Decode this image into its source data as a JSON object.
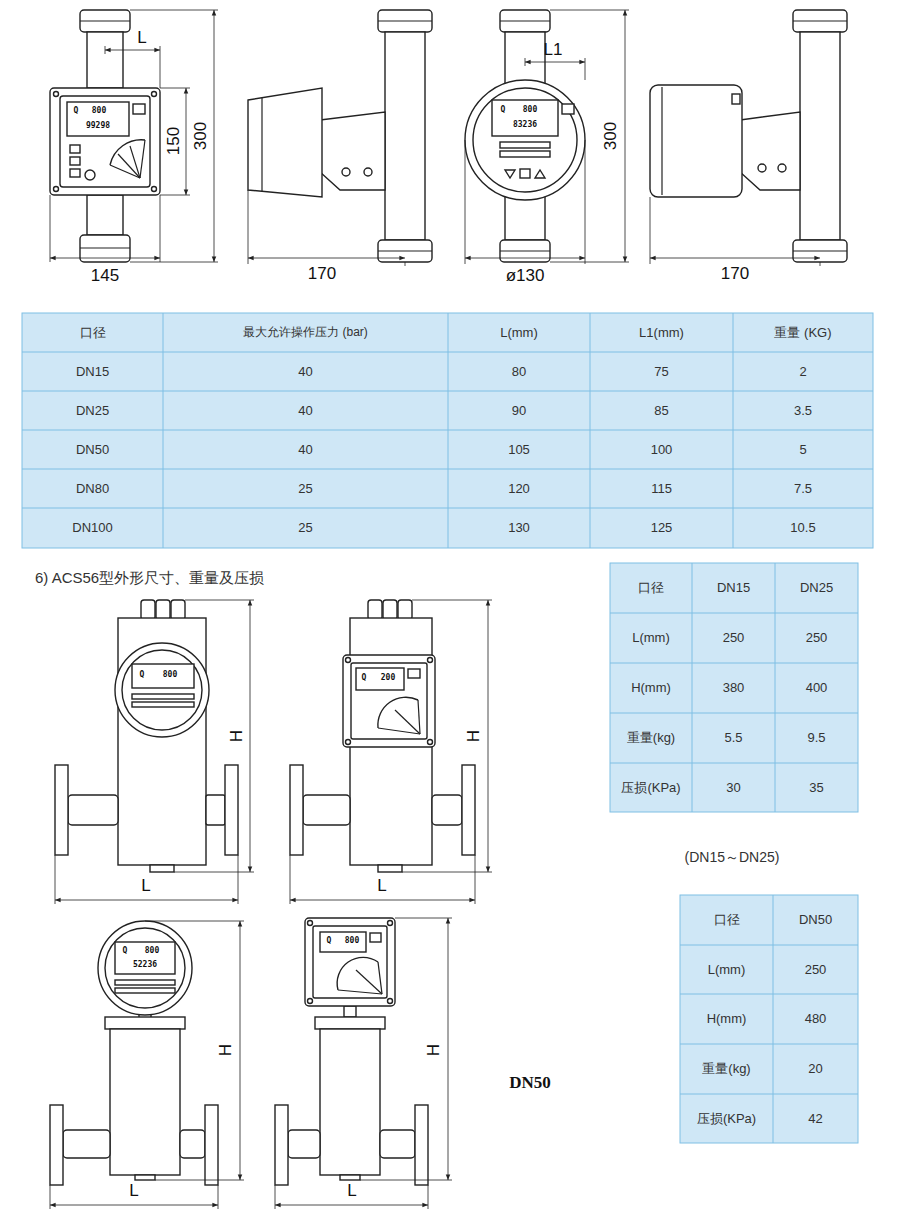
{
  "diagram": {
    "title": "6) ACS56型外形尺寸、重量及压损",
    "labels": [
      "L",
      "150",
      "300",
      "Q",
      "800",
      "99298",
      "145",
      "170",
      "L1",
      "300",
      "Q",
      "800",
      "83236",
      "ø130",
      "170",
      "口径",
      "最大允许操作压力 (bar)",
      "L(mm)",
      "L1(mm)",
      "重量 (KG)",
      "DN15",
      "40",
      "80",
      "75",
      "2",
      "DN25",
      "40",
      "90",
      "85",
      "3.5",
      "DN50",
      "40",
      "105",
      "100",
      "5",
      "DN80",
      "25",
      "120",
      "115",
      "7.5",
      "DN100",
      "25",
      "130",
      "125",
      "10.5",
      "口径",
      "DN15",
      "DN25",
      "L(mm)",
      "250",
      "250",
      "H(mm)",
      "380",
      "400",
      "重量(kg)",
      "5.5",
      "9.5",
      "压损(KPa)",
      "30",
      "35",
      "(DN15～DN25)",
      "口径",
      "DN50",
      "L(mm)",
      "250",
      "H(mm)",
      "480",
      "重量(kg)",
      "20",
      "压损(KPa)",
      "42",
      "DN50",
      "Q",
      "800",
      "H",
      "L",
      "Q",
      "200",
      "H",
      "L",
      "Q",
      "800",
      "52236",
      "H",
      "L",
      "Q",
      "800",
      "H",
      "L"
    ]
  }
}
